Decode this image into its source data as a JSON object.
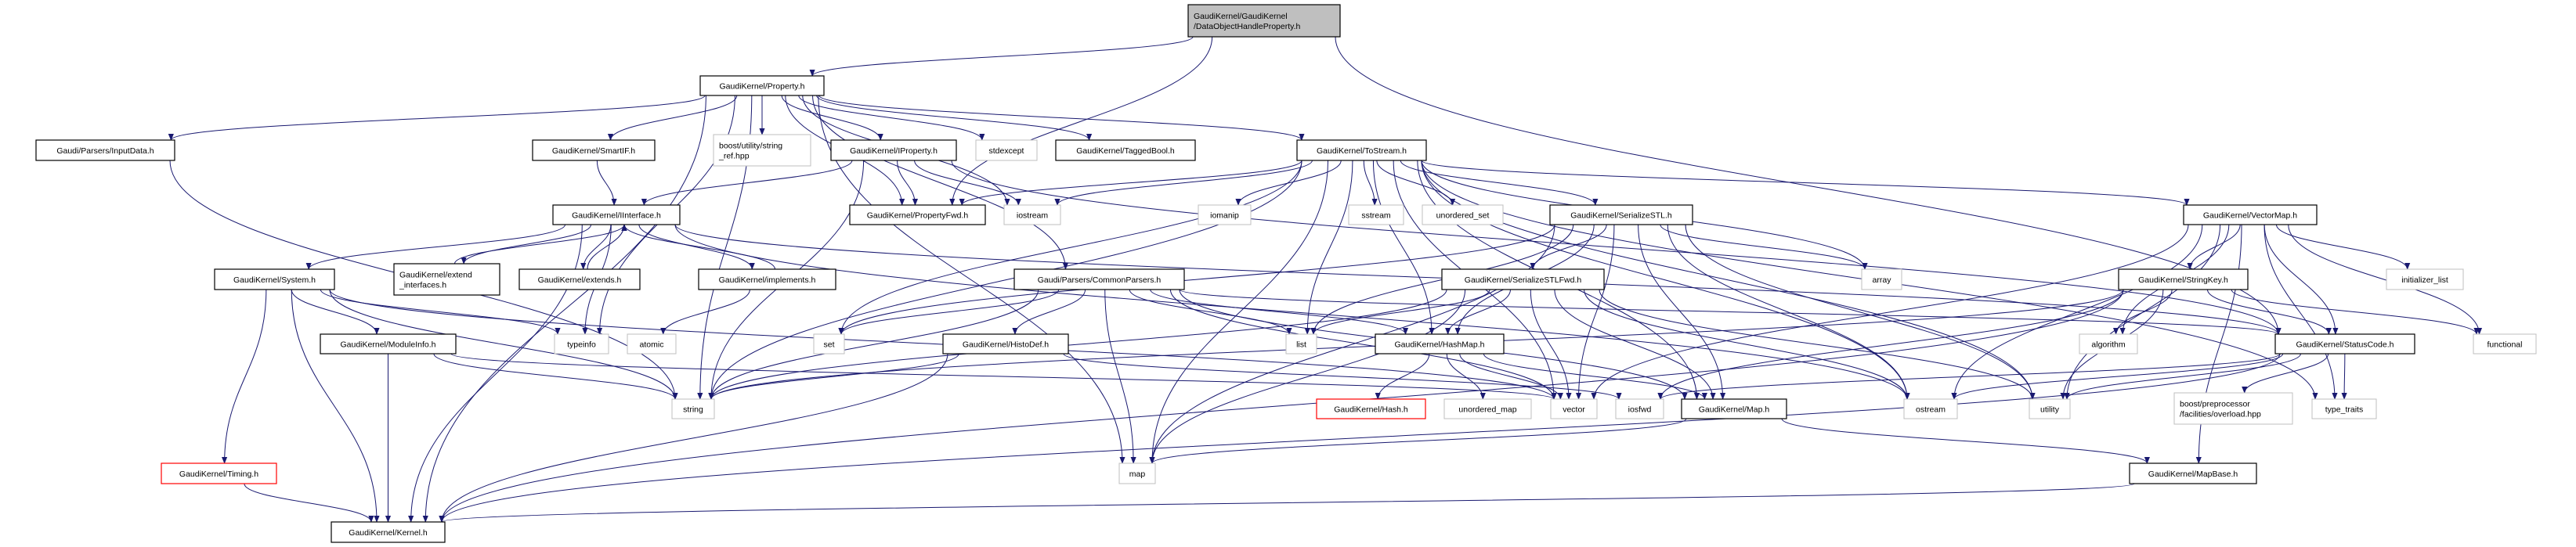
{
  "colors": {
    "edge": "#191970",
    "root_fill": "#bfbfbf",
    "documented_border": "#000000",
    "external_border": "#bfbfbf",
    "undocumented_border": "#ff0000"
  },
  "nodes": [
    {
      "id": "root",
      "kind": "root",
      "lines": [
        "GaudiKernel/GaudiKernel",
        "/DataObjectHandleProperty.h"
      ]
    },
    {
      "id": "property",
      "kind": "documented",
      "lines": [
        "GaudiKernel/Property.h"
      ]
    },
    {
      "id": "inputdata",
      "kind": "documented",
      "lines": [
        "Gaudi/Parsers/InputData.h"
      ]
    },
    {
      "id": "smartif",
      "kind": "documented",
      "lines": [
        "GaudiKernel/SmartIF.h"
      ]
    },
    {
      "id": "stringref",
      "kind": "external",
      "lines": [
        "boost/utility/string",
        "_ref.hpp"
      ]
    },
    {
      "id": "iproperty",
      "kind": "documented",
      "lines": [
        "GaudiKernel/IProperty.h"
      ]
    },
    {
      "id": "stdexcept",
      "kind": "external",
      "lines": [
        "stdexcept"
      ]
    },
    {
      "id": "taggedbool",
      "kind": "documented",
      "lines": [
        "GaudiKernel/TaggedBool.h"
      ]
    },
    {
      "id": "tostream",
      "kind": "documented",
      "lines": [
        "GaudiKernel/ToStream.h"
      ]
    },
    {
      "id": "iinterface",
      "kind": "documented",
      "lines": [
        "GaudiKernel/IInterface.h"
      ]
    },
    {
      "id": "propertyfwd",
      "kind": "documented",
      "lines": [
        "GaudiKernel/PropertyFwd.h"
      ]
    },
    {
      "id": "iostream",
      "kind": "external",
      "lines": [
        "iostream"
      ]
    },
    {
      "id": "iomanip",
      "kind": "external",
      "lines": [
        "iomanip"
      ]
    },
    {
      "id": "sstream",
      "kind": "external",
      "lines": [
        "sstream"
      ]
    },
    {
      "id": "unordered_set",
      "kind": "external",
      "lines": [
        "unordered_set"
      ]
    },
    {
      "id": "serializestl",
      "kind": "documented",
      "lines": [
        "GaudiKernel/SerializeSTL.h"
      ]
    },
    {
      "id": "vectormap",
      "kind": "documented",
      "lines": [
        "GaudiKernel/VectorMap.h"
      ]
    },
    {
      "id": "system",
      "kind": "documented",
      "lines": [
        "GaudiKernel/System.h"
      ]
    },
    {
      "id": "extendif",
      "kind": "documented",
      "lines": [
        "GaudiKernel/extend",
        "_interfaces.h"
      ]
    },
    {
      "id": "extends",
      "kind": "documented",
      "lines": [
        "GaudiKernel/extends.h"
      ]
    },
    {
      "id": "implements",
      "kind": "documented",
      "lines": [
        "GaudiKernel/implements.h"
      ]
    },
    {
      "id": "commonparsers",
      "kind": "documented",
      "lines": [
        "Gaudi/Parsers/CommonParsers.h"
      ]
    },
    {
      "id": "serializestlfwd",
      "kind": "documented",
      "lines": [
        "GaudiKernel/SerializeSTLFwd.h"
      ]
    },
    {
      "id": "array",
      "kind": "external",
      "lines": [
        "array"
      ]
    },
    {
      "id": "stringkey",
      "kind": "documented",
      "lines": [
        "GaudiKernel/StringKey.h"
      ]
    },
    {
      "id": "initializer_list",
      "kind": "external",
      "lines": [
        "initializer_list"
      ]
    },
    {
      "id": "moduleinfo",
      "kind": "documented",
      "lines": [
        "GaudiKernel/ModuleInfo.h"
      ]
    },
    {
      "id": "typeinfo",
      "kind": "external",
      "lines": [
        "typeinfo"
      ]
    },
    {
      "id": "atomic",
      "kind": "external",
      "lines": [
        "atomic"
      ]
    },
    {
      "id": "set",
      "kind": "external",
      "lines": [
        "set"
      ]
    },
    {
      "id": "histodef",
      "kind": "documented",
      "lines": [
        "GaudiKernel/HistoDef.h"
      ]
    },
    {
      "id": "list",
      "kind": "external",
      "lines": [
        "list"
      ]
    },
    {
      "id": "hashmap",
      "kind": "documented",
      "lines": [
        "GaudiKernel/HashMap.h"
      ]
    },
    {
      "id": "algorithm",
      "kind": "external",
      "lines": [
        "algorithm"
      ]
    },
    {
      "id": "statuscode",
      "kind": "documented",
      "lines": [
        "GaudiKernel/StatusCode.h"
      ]
    },
    {
      "id": "functional",
      "kind": "external",
      "lines": [
        "functional"
      ]
    },
    {
      "id": "string",
      "kind": "external",
      "lines": [
        "string"
      ]
    },
    {
      "id": "hash",
      "kind": "undocumented",
      "lines": [
        "GaudiKernel/Hash.h"
      ]
    },
    {
      "id": "unordered_map",
      "kind": "external",
      "lines": [
        "unordered_map"
      ]
    },
    {
      "id": "vector",
      "kind": "external",
      "lines": [
        "vector"
      ]
    },
    {
      "id": "iosfwd",
      "kind": "external",
      "lines": [
        "iosfwd"
      ]
    },
    {
      "id": "map_h",
      "kind": "documented",
      "lines": [
        "GaudiKernel/Map.h"
      ]
    },
    {
      "id": "ostream",
      "kind": "external",
      "lines": [
        "ostream"
      ]
    },
    {
      "id": "utility",
      "kind": "external",
      "lines": [
        "utility"
      ]
    },
    {
      "id": "overload",
      "kind": "external",
      "lines": [
        "boost/preprocessor",
        "/facilities/overload.hpp"
      ]
    },
    {
      "id": "type_traits",
      "kind": "external",
      "lines": [
        "type_traits"
      ]
    },
    {
      "id": "timing",
      "kind": "undocumented",
      "lines": [
        "GaudiKernel/Timing.h"
      ]
    },
    {
      "id": "map",
      "kind": "external",
      "lines": [
        "map"
      ]
    },
    {
      "id": "mapbase",
      "kind": "documented",
      "lines": [
        "GaudiKernel/MapBase.h"
      ]
    },
    {
      "id": "kernel",
      "kind": "documented",
      "lines": [
        "GaudiKernel/Kernel.h"
      ]
    }
  ],
  "edges": [
    [
      "root",
      "property"
    ],
    [
      "root",
      "propertyfwd"
    ],
    [
      "root",
      "statuscode"
    ],
    [
      "property",
      "inputdata"
    ],
    [
      "property",
      "smartif"
    ],
    [
      "property",
      "stringref"
    ],
    [
      "property",
      "iproperty"
    ],
    [
      "property",
      "stdexcept"
    ],
    [
      "property",
      "taggedbool"
    ],
    [
      "property",
      "tostream"
    ],
    [
      "property",
      "propertyfwd"
    ],
    [
      "property",
      "kernel"
    ],
    [
      "property",
      "string"
    ],
    [
      "property",
      "typeinfo"
    ],
    [
      "property",
      "commonparsers"
    ],
    [
      "property",
      "iostream"
    ],
    [
      "property",
      "map"
    ],
    [
      "inputdata",
      "string"
    ],
    [
      "smartif",
      "iinterface"
    ],
    [
      "iproperty",
      "iinterface"
    ],
    [
      "iproperty",
      "propertyfwd"
    ],
    [
      "iproperty",
      "iostream"
    ],
    [
      "iproperty",
      "string"
    ],
    [
      "iproperty",
      "statuscode"
    ],
    [
      "iinterface",
      "system"
    ],
    [
      "iinterface",
      "extendif"
    ],
    [
      "iinterface",
      "extends"
    ],
    [
      "iinterface",
      "implements"
    ],
    [
      "iinterface",
      "typeinfo"
    ],
    [
      "iinterface",
      "kernel"
    ],
    [
      "iinterface",
      "statuscode"
    ],
    [
      "iinterface",
      "ostream"
    ],
    [
      "extendif",
      "iinterface"
    ],
    [
      "extends",
      "iinterface"
    ],
    [
      "implements",
      "iinterface"
    ],
    [
      "implements",
      "atomic"
    ],
    [
      "system",
      "timing"
    ],
    [
      "system",
      "kernel"
    ],
    [
      "system",
      "moduleinfo"
    ],
    [
      "system",
      "typeinfo"
    ],
    [
      "system",
      "string"
    ],
    [
      "system",
      "vector"
    ],
    [
      "moduleinfo",
      "kernel"
    ],
    [
      "moduleinfo",
      "string"
    ],
    [
      "moduleinfo",
      "vector"
    ],
    [
      "timing",
      "kernel"
    ],
    [
      "tostream",
      "propertyfwd"
    ],
    [
      "tostream",
      "iostream"
    ],
    [
      "tostream",
      "iomanip"
    ],
    [
      "tostream",
      "sstream"
    ],
    [
      "tostream",
      "unordered_set"
    ],
    [
      "tostream",
      "serializestl"
    ],
    [
      "tostream",
      "vectormap"
    ],
    [
      "tostream",
      "string"
    ],
    [
      "tostream",
      "list"
    ],
    [
      "tostream",
      "map"
    ],
    [
      "tostream",
      "set"
    ],
    [
      "tostream",
      "array"
    ],
    [
      "tostream",
      "vector"
    ],
    [
      "tostream",
      "hashmap"
    ],
    [
      "tostream",
      "map_h"
    ],
    [
      "tostream",
      "utility"
    ],
    [
      "tostream",
      "type_traits"
    ],
    [
      "tostream",
      "ostream"
    ],
    [
      "serializestl",
      "serializestlfwd"
    ],
    [
      "serializestl",
      "hashmap"
    ],
    [
      "serializestl",
      "map_h"
    ],
    [
      "serializestl",
      "list"
    ],
    [
      "serializestl",
      "vector"
    ],
    [
      "serializestl",
      "ostream"
    ],
    [
      "serializestl",
      "array"
    ],
    [
      "serializestl",
      "utility"
    ],
    [
      "serializestl",
      "map"
    ],
    [
      "serializestl",
      "set"
    ],
    [
      "serializestlfwd",
      "list"
    ],
    [
      "serializestlfwd",
      "vector"
    ],
    [
      "serializestlfwd",
      "map"
    ],
    [
      "serializestlfwd",
      "hashmap"
    ],
    [
      "serializestlfwd",
      "map_h"
    ],
    [
      "serializestlfwd",
      "string"
    ],
    [
      "serializestlfwd",
      "utility"
    ],
    [
      "serializestlfwd",
      "ostream"
    ],
    [
      "commonparsers",
      "histodef"
    ],
    [
      "commonparsers",
      "list"
    ],
    [
      "commonparsers",
      "map"
    ],
    [
      "commonparsers",
      "set"
    ],
    [
      "commonparsers",
      "string"
    ],
    [
      "commonparsers",
      "vector"
    ],
    [
      "commonparsers",
      "statuscode"
    ],
    [
      "commonparsers",
      "hashmap"
    ],
    [
      "commonparsers",
      "map_h"
    ],
    [
      "histodef",
      "string"
    ],
    [
      "histodef",
      "iosfwd"
    ],
    [
      "histodef",
      "kernel"
    ],
    [
      "hashmap",
      "hash"
    ],
    [
      "hashmap",
      "unordered_map"
    ],
    [
      "hashmap",
      "map_h"
    ],
    [
      "hashmap",
      "vector"
    ],
    [
      "map_h",
      "map"
    ],
    [
      "map_h",
      "mapbase"
    ],
    [
      "mapbase",
      "kernel"
    ],
    [
      "vectormap",
      "stringkey"
    ],
    [
      "vectormap",
      "algorithm"
    ],
    [
      "vectormap",
      "functional"
    ],
    [
      "vectormap",
      "initializer_list"
    ],
    [
      "vectormap",
      "statuscode"
    ],
    [
      "vectormap",
      "ostream"
    ],
    [
      "vectormap",
      "utility"
    ],
    [
      "vectormap",
      "vector"
    ],
    [
      "vectormap",
      "mapbase"
    ],
    [
      "vectormap",
      "type_traits"
    ],
    [
      "stringkey",
      "algorithm"
    ],
    [
      "stringkey",
      "statuscode"
    ],
    [
      "stringkey",
      "functional"
    ],
    [
      "stringkey",
      "string"
    ],
    [
      "stringkey",
      "iosfwd"
    ],
    [
      "stringkey",
      "kernel"
    ],
    [
      "stringkey",
      "utility"
    ],
    [
      "statuscode",
      "overload"
    ],
    [
      "statuscode",
      "type_traits"
    ],
    [
      "statuscode",
      "ostream"
    ],
    [
      "statuscode",
      "utility"
    ],
    [
      "statuscode",
      "kernel"
    ],
    [
      "statuscode",
      "iosfwd"
    ]
  ]
}
